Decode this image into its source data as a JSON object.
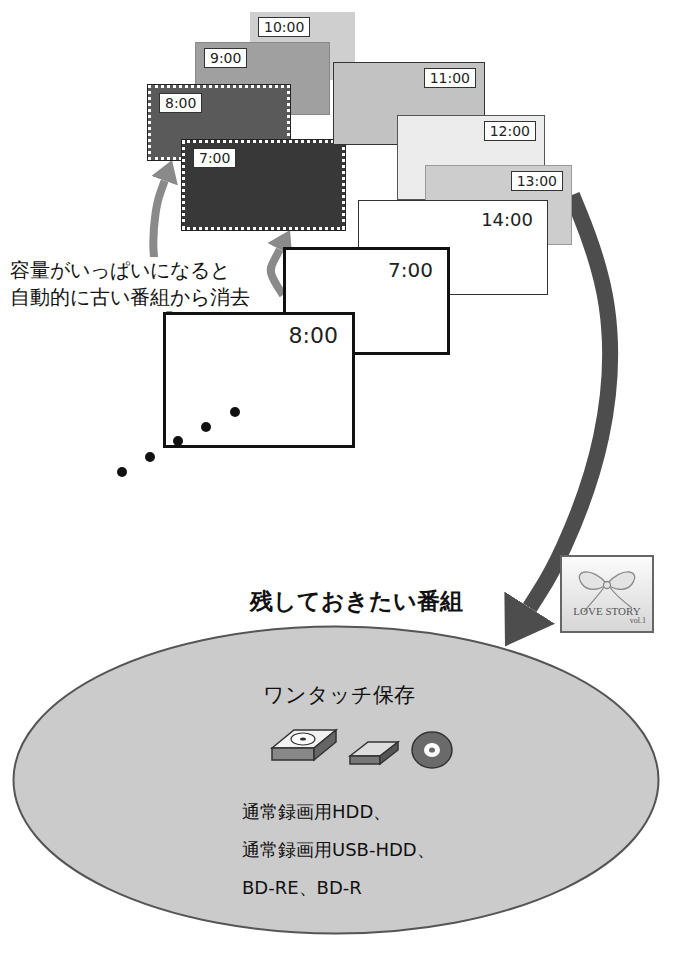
{
  "diagram": {
    "nodes": [
      {
        "text": [
          "10:00"
        ]
      },
      {
        "text": [
          "9:00"
        ]
      },
      {
        "text": [
          "8:00"
        ]
      },
      {
        "text": [
          "7:00"
        ]
      },
      {
        "text": [
          "11:00"
        ]
      },
      {
        "text": [
          "12:00"
        ]
      },
      {
        "text": [
          "13:00"
        ]
      },
      {
        "text": [
          "14:00"
        ]
      },
      {
        "text": [
          "7:00"
        ]
      },
      {
        "text": [
          "8:00"
        ]
      },
      {
        "text": [
          "LOVE STORY",
          "vol.1"
        ]
      },
      {
        "text": [
          "ワンタッチ保存",
          "通常録画用HDD、 通常録画用USB-HDD、 BD-RE、BD-R"
        ]
      }
    ],
    "edges": [
      {
        "from": 9,
        "to": 2,
        "arrow": "to"
      },
      {
        "from": 8,
        "to": 3,
        "arrow": "to"
      },
      {
        "from": 6,
        "to": 11,
        "arrow": "to"
      }
    ],
    "labels": [
      "容量がいっぱいになると 自動的に古い番組から消去",
      "残しておきたい番組"
    ]
  }
}
